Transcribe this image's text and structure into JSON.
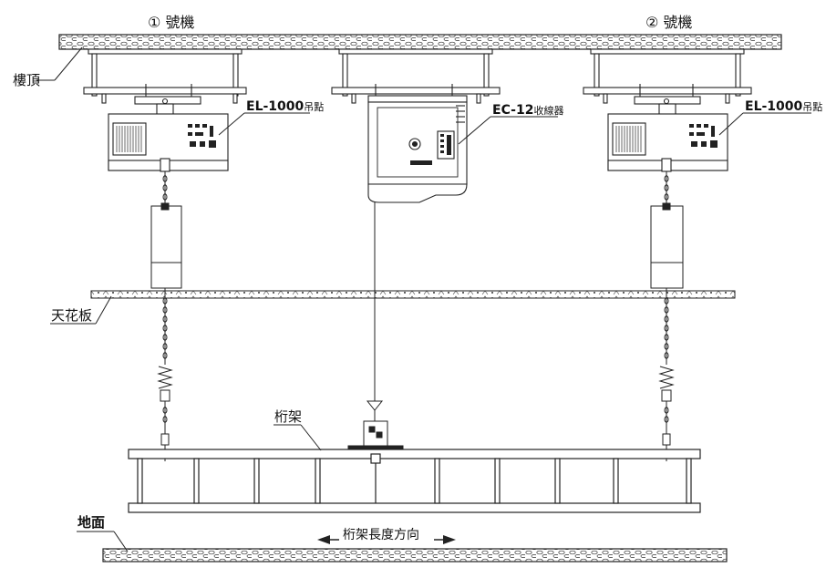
{
  "labels": {
    "unit1": "① 號機",
    "unit2": "② 號機",
    "roof": "樓頂",
    "ceiling": "天花板",
    "ground": "地面",
    "truss": "桁架",
    "hoist_left": "EL-1000",
    "hoist_left_suffix": "吊點",
    "hoist_right": "EL-1000",
    "hoist_right_suffix": "吊點",
    "winder": "EC-12",
    "winder_suffix": "收線器",
    "direction": "桁架長度方向"
  },
  "colors": {
    "line": "#222222",
    "fill": "#ffffff",
    "dark": "#1a1a1a"
  }
}
